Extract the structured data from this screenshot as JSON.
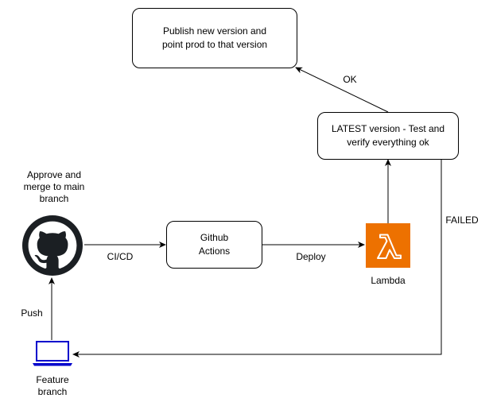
{
  "nodes": {
    "publish": "Publish new version and\npoint prod to that version",
    "latest": "LATEST version - Test and\nverify everything ok",
    "github_actions": "Github\nActions",
    "lambda_label": "Lambda",
    "github_caption": "Approve and\nmerge to main\nbranch",
    "laptop_caption": "Feature\nbranch"
  },
  "edges": {
    "ok": "OK",
    "failed": "FAILED",
    "cicd": "CI/CD",
    "deploy": "Deploy",
    "push": "Push"
  },
  "icons": {
    "github": "github-octocat-icon",
    "lambda": "aws-lambda-icon",
    "laptop": "laptop-icon"
  },
  "colors": {
    "lambda_orange": "#ED7100",
    "laptop_blue": "#0000CC",
    "github_dark": "#1B1F23"
  }
}
